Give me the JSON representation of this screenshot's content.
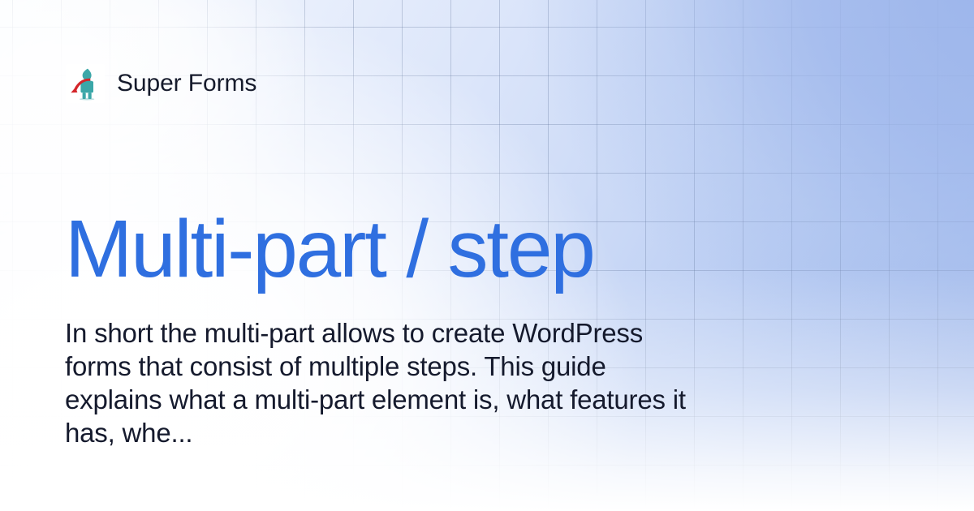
{
  "brand": {
    "name": "Super Forms",
    "logo_icon": "super-forms-logo-icon"
  },
  "headline": "Multi-part / step",
  "excerpt": "In short the multi-part allows to create WordPress forms that consist of multiple steps. This guide explains what a multi-part element is, what features it has, whe...",
  "colors": {
    "headline": "#2f6fe0",
    "body_text": "#151a2d",
    "brand_text": "#161b2c",
    "background_top_right": "#9cb5ea",
    "background_top_left": "#f7fafe",
    "grid_line": "#5c7096",
    "logo_figure": "#3ba7a8",
    "logo_accent": "#d4252a",
    "card_surface": "#ffffff"
  }
}
